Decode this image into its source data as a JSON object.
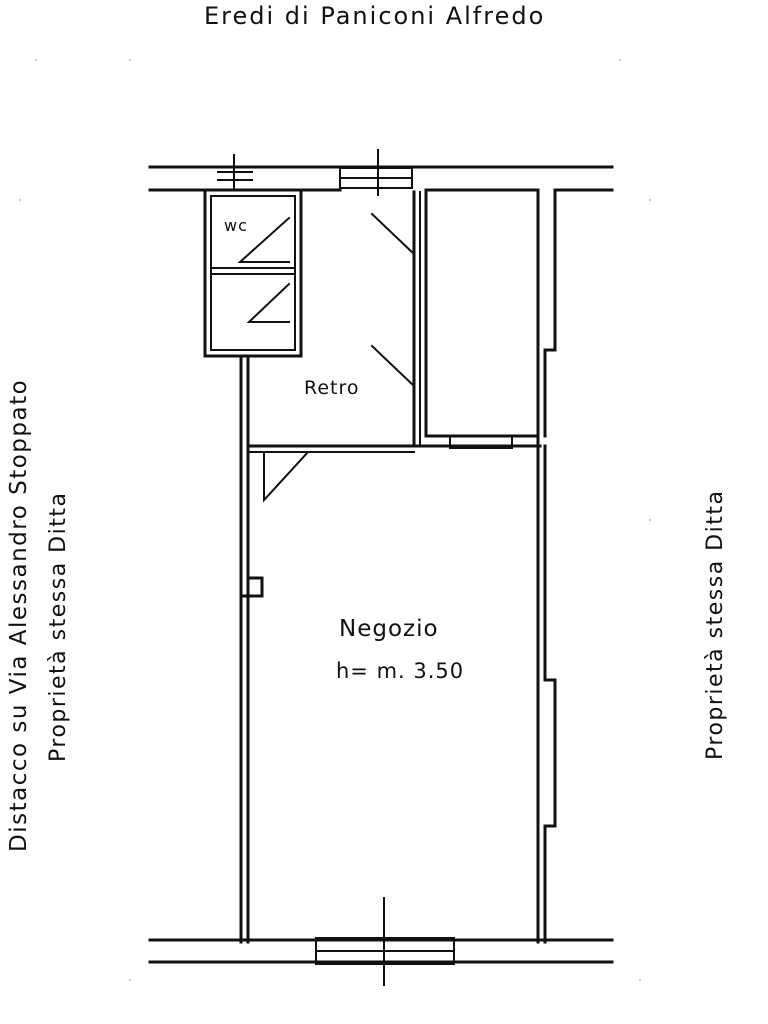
{
  "header": {
    "neighbor_top": "Eredi di Paniconi Alfredo"
  },
  "sides": {
    "left_street": "Distacco su Via Alessandro Stoppato",
    "left_owner": "Proprietà stessa Ditta",
    "right_owner": "Proprietà stessa Ditta"
  },
  "rooms": {
    "wc": "wc",
    "retro": "Retro",
    "negozio": "Negozio",
    "height": "h= m. 3.50"
  }
}
